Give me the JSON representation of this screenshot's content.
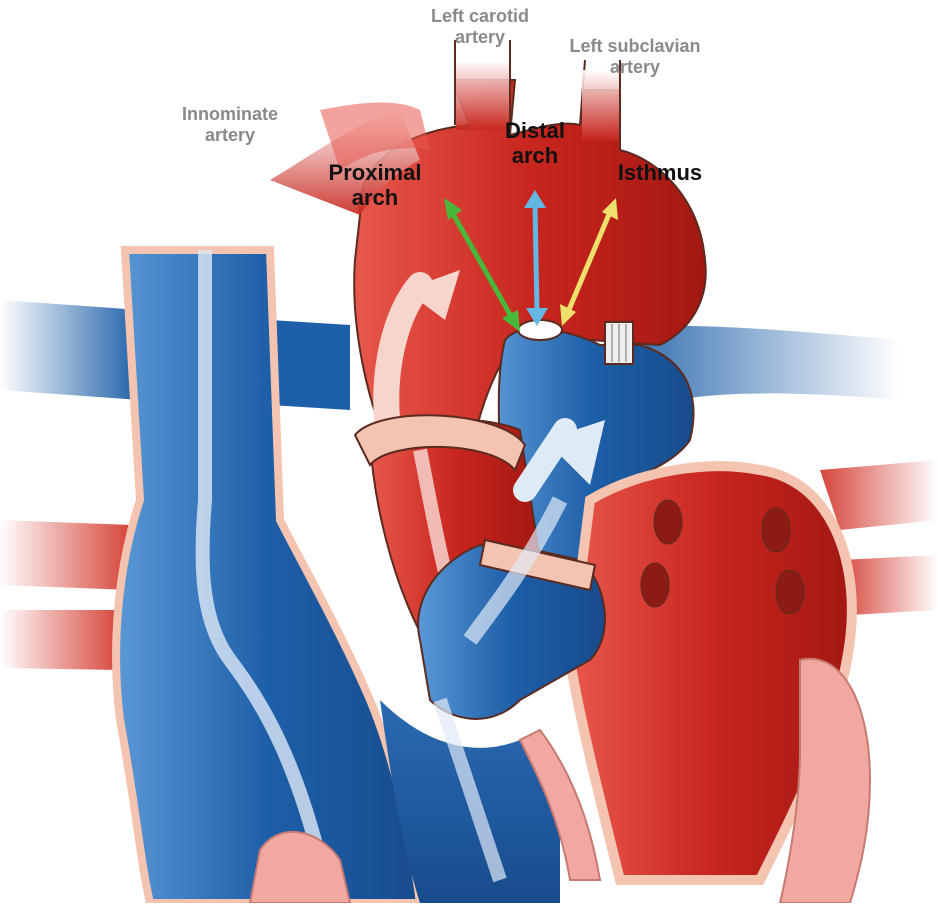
{
  "labels": {
    "left_carotid": "Left carotid\nartery",
    "left_subclavian": "Left subclavian\nartery",
    "innominate": "Innominate\nartery",
    "proximal_arch": "Proximal\narch",
    "distal_arch": "Distal\narch",
    "isthmus": "Isthmus"
  },
  "colors": {
    "arterial": "#c8261e",
    "arterial_light": "#e8584c",
    "venous": "#1d5fa8",
    "venous_light": "#5a98d6",
    "wall": "#f4c4b0",
    "outline": "#5b2a20",
    "proximal_arrow": "#49b83a",
    "distal_arrow": "#63b7e2",
    "isthmus_arrow": "#eee06a",
    "muscle": "#f0a8a0"
  }
}
